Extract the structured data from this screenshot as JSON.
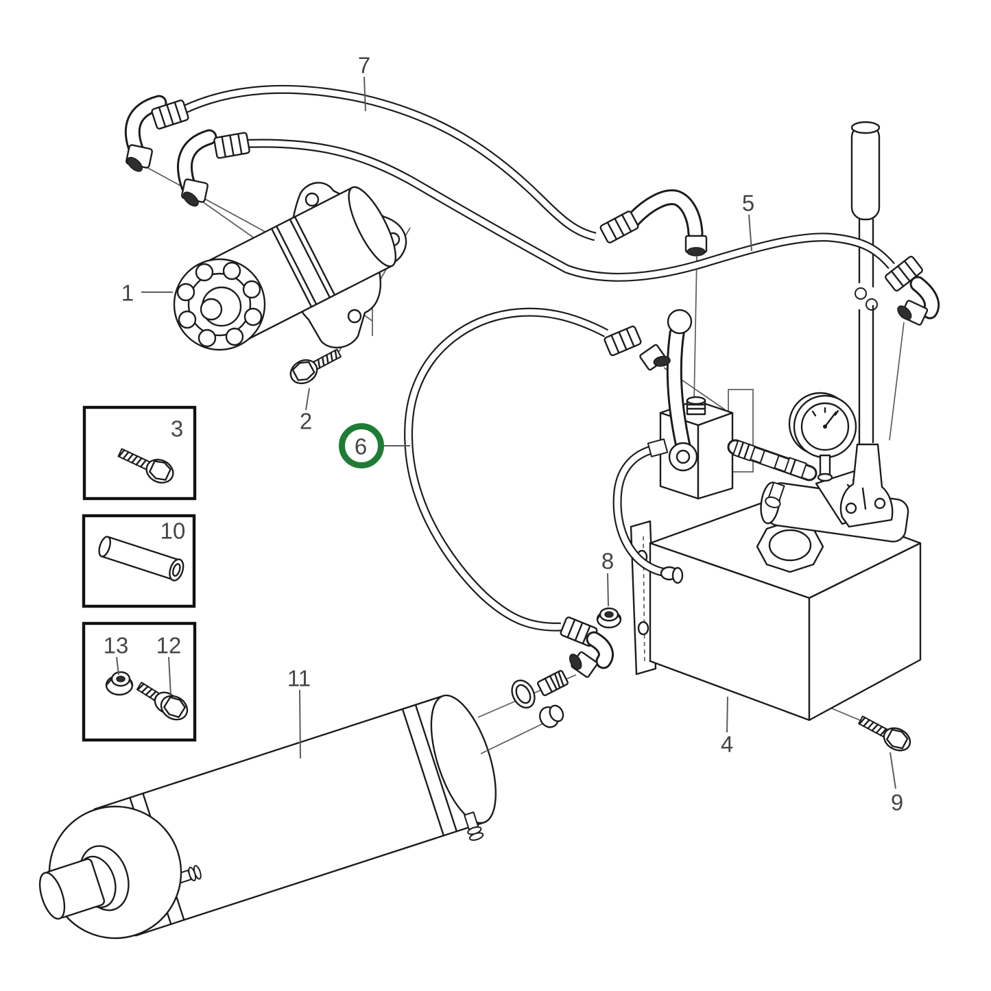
{
  "diagram": {
    "type": "exploded-parts-diagram",
    "background_color": "#ffffff",
    "line_color": "#1c1c1c",
    "label_color": "#454545",
    "highlight": {
      "part": "6",
      "ring_color": "#1e7c35"
    },
    "callouts": [
      {
        "id": "1",
        "label": "1",
        "highlighted": false
      },
      {
        "id": "2",
        "label": "2",
        "highlighted": false
      },
      {
        "id": "3",
        "label": "3",
        "highlighted": false
      },
      {
        "id": "4",
        "label": "4",
        "highlighted": false
      },
      {
        "id": "5",
        "label": "5",
        "highlighted": false
      },
      {
        "id": "6",
        "label": "6",
        "highlighted": true
      },
      {
        "id": "7",
        "label": "7",
        "highlighted": false
      },
      {
        "id": "8",
        "label": "8",
        "highlighted": false
      },
      {
        "id": "9",
        "label": "9",
        "highlighted": false
      },
      {
        "id": "10",
        "label": "10",
        "highlighted": false
      },
      {
        "id": "11",
        "label": "11",
        "highlighted": false
      },
      {
        "id": "12",
        "label": "12",
        "highlighted": false
      },
      {
        "id": "13",
        "label": "13",
        "highlighted": false
      }
    ]
  }
}
